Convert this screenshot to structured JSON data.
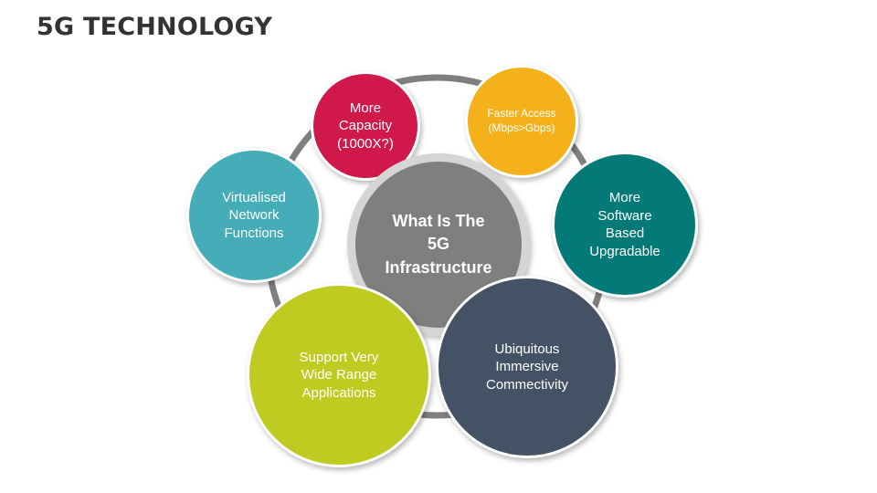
{
  "slide": {
    "title": "5G TECHNOLOGY"
  },
  "diagram": {
    "ring_color": "#7f7f7f",
    "center": {
      "label": "What Is The\n5G\nInfrastructure",
      "outer_color": "#d5d5d5",
      "inner_color": "#7f7f7f"
    },
    "nodes": [
      {
        "id": "capacity",
        "label": "More\nCapacity\n(1000X?)",
        "color": "#d0184a"
      },
      {
        "id": "faster-access",
        "label": "Faster Access\n(Mbps>Gbps)",
        "color": "#f4b11b"
      },
      {
        "id": "software",
        "label": "More\nSoftware\nBased\nUpgradable",
        "color": "#037a78"
      },
      {
        "id": "ubiquitous",
        "label": "Ubiquitous\nImmersive\nCommectivity",
        "color": "#445266"
      },
      {
        "id": "wide-range",
        "label": "Support Very\nWide Range\nApplications",
        "color": "#bfcb21"
      },
      {
        "id": "virtualised",
        "label": "Virtualised\nNetwork\nFunctions",
        "color": "#45adb7"
      }
    ]
  }
}
